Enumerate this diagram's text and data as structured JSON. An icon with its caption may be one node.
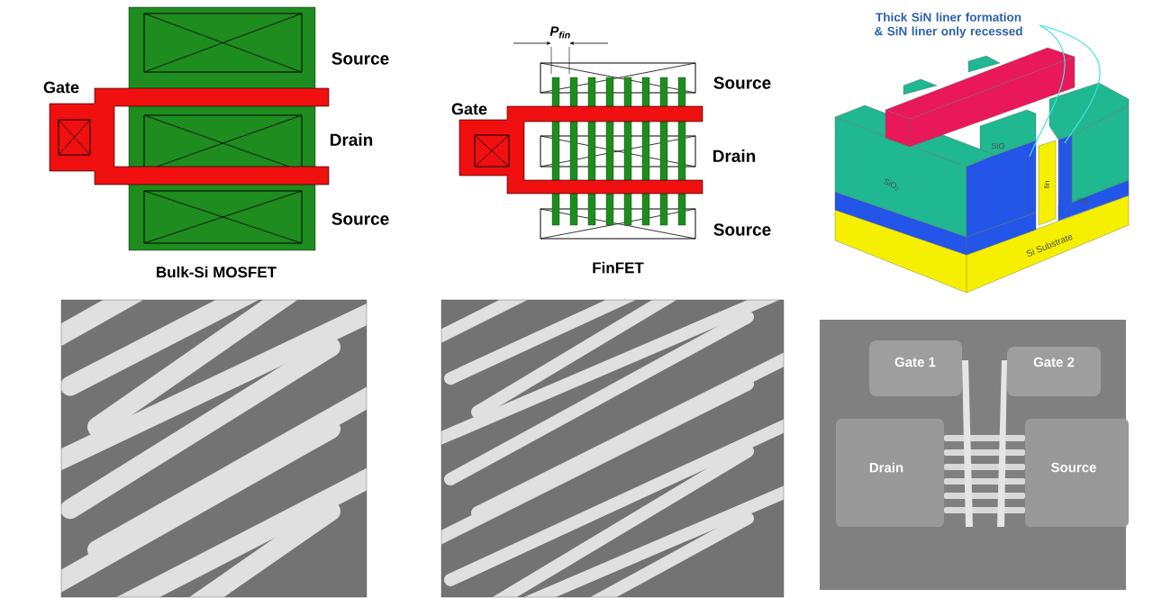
{
  "diagram": {
    "nodes": [
      {
        "text": [
          "Thick SiN liner formation & SiN liner only recessed"
        ]
      },
      {
        "text": [],
        "shape": "bar"
      },
      {
        "text": [],
        "shape": "bar"
      }
    ],
    "edges": [
      {
        "from": 0,
        "to": 1,
        "arrow": "none"
      },
      {
        "from": 0,
        "to": 2,
        "arrow": "none"
      }
    ],
    "labels": [
      "Gate",
      "Source",
      "Drain",
      "Source",
      "Bulk-Si MOSFET",
      "P$_{fin}$",
      "Gate",
      "Source",
      "Drain",
      "Source",
      "FinFET",
      "SiO",
      "SiO$_{2}$",
      "fin",
      "SiN",
      "Si Substrate",
      "Gate 1",
      "Gate 2",
      "Drain",
      "Source"
    ]
  }
}
